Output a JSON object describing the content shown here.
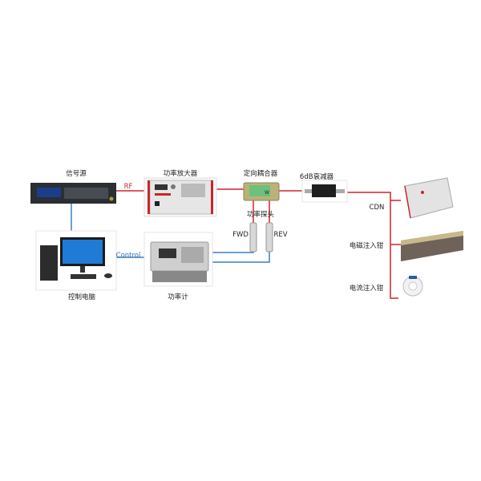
{
  "labels": {
    "signal_generator": "信号源",
    "amplifier": "功率放大器",
    "coupler": "定向耦合器",
    "attenuator": "6dB衰减器",
    "cdn": "CDN",
    "em_clamp": "电磁注入钳",
    "current_clamp": "电流注入钳",
    "power_probe": "功率探头",
    "fwd": "FWD",
    "rev": "REV",
    "pc": "控制电脑",
    "power_meter": "功率计",
    "rf": "RF",
    "control": "Control"
  },
  "colors": {
    "rf_line": "#d2232a",
    "control_line": "#3a7fc0"
  }
}
